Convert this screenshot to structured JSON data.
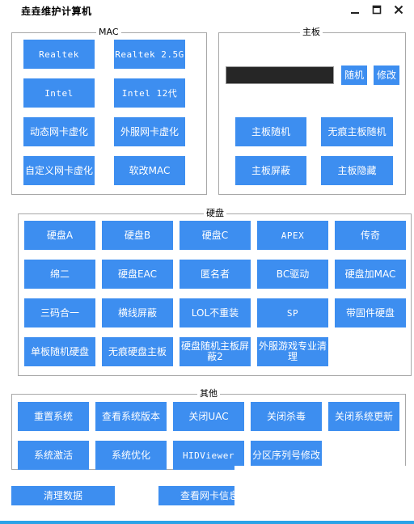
{
  "window": {
    "title": "垚垚维护计算机",
    "minimize_icon": "minimize-icon",
    "maximize_icon": "maximize-icon",
    "close_icon": "close-icon"
  },
  "mac_group": {
    "label": "MAC",
    "buttons": [
      "Realtek",
      "Realtek 2.5G",
      "Intel",
      "Intel 12代",
      "动态网卡虚化",
      "外服网卡虚化",
      "自定义网卡虚化",
      "软改MAC"
    ]
  },
  "board_group": {
    "label": "主板",
    "input_value": "",
    "random_label": "随机",
    "modify_label": "修改",
    "buttons": [
      "主板随机",
      "无痕主板随机",
      "主板屏蔽",
      "主板隐藏"
    ]
  },
  "disk_group": {
    "label": "硬盘",
    "buttons": [
      "硬盘A",
      "硬盘B",
      "硬盘C",
      "APEX",
      "传奇",
      "绵二",
      "硬盘EAC",
      "匿名者",
      "BC驱动",
      "硬盘加MAC",
      "三码合一",
      "横线屏蔽",
      "LOL不重装",
      "SP",
      "带固件硬盘",
      "单板随机硬盘",
      "无痕硬盘主板",
      "硬盘随机主板屏蔽2",
      "外服游戏专业清理"
    ]
  },
  "other_group": {
    "label": "其他",
    "buttons": [
      "重置系统",
      "查看系统版本",
      "关闭UAC",
      "关闭杀毒",
      "关闭系统更新",
      "系统激活",
      "系统优化",
      "HIDViewer",
      "分区序列号修改"
    ]
  },
  "footer": {
    "clear_label": "清理数据",
    "nic_info_label": "查看网卡信息"
  },
  "colors": {
    "button_bg": "#3d8ef0",
    "button_text": "#ffffff",
    "group_border": "#a8a8a8",
    "accent_line": "#2aa3e8"
  }
}
